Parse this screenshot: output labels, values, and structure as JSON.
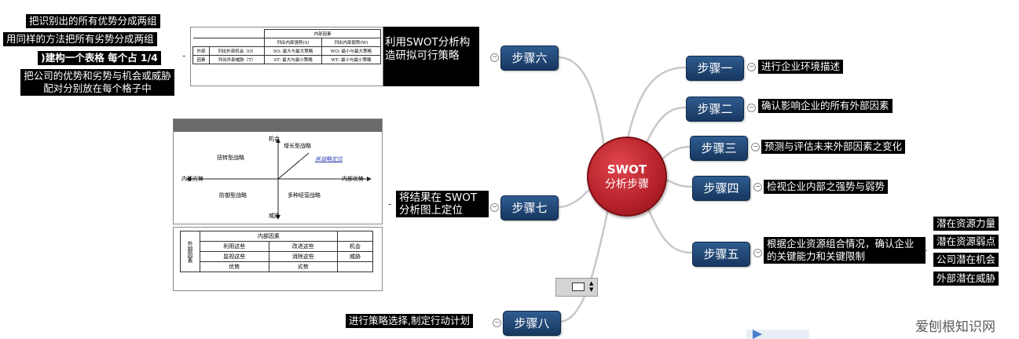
{
  "center": {
    "title": "SWOT",
    "subtitle": "分析步骤"
  },
  "steps": [
    {
      "label": "步骤一",
      "desc": "进行企业环境描述"
    },
    {
      "label": "步骤二",
      "desc": "确认影响企业的所有外部因素"
    },
    {
      "label": "步骤三",
      "desc": "预测与评估未来外部因素之变化"
    },
    {
      "label": "步骤四",
      "desc": "检视企业内部之强势与弱势"
    },
    {
      "label": "步骤五",
      "desc": "根据企业资源组合情况，确认企业的关键能力和关键限制"
    },
    {
      "label": "步骤六",
      "desc": "利用SWOT分析构造研拟可行策略"
    },
    {
      "label": "步骤七",
      "desc": "将结果在 SWOT 分析图上定位"
    },
    {
      "label": "步骤八",
      "desc": "进行策略选择,制定行动计划"
    }
  ],
  "step5_subs": [
    "潜在资源力量",
    "潜在资源弱点",
    "公司潜在机会",
    "外部潜在威胁"
  ],
  "step6_notes": [
    "把识别出的所有优势分成两组",
    "用同样的方法把所有劣势分成两组",
    ")建构一个表格 每个占 1/4",
    "把公司的优势和劣势与机会或威胁配对分别放在每个格子中"
  ],
  "swot_table": {
    "header": "内部因素",
    "col1": "列出内部强势(S)",
    "col2": "列出内部弱势(W)",
    "side1": "外部",
    "side2": "因素",
    "row1_label": "列出外部机会（O）",
    "row2_label": "列出外部威胁（T）",
    "so": "SO: 最大与最大策略",
    "wo": "WO: 最小与最大策略",
    "st": "ST: 最大与最小策略",
    "wt": "WT: 最小与最小策略"
  },
  "quad_chart": {
    "top": "机会",
    "bottom": "威胁",
    "left": "内部劣势",
    "right": "内部优势",
    "q1": "扭转型战略",
    "q2": "增长型战略",
    "q3": "防御型战略",
    "q4": "多种经营战略",
    "pos_label": "其战略定位"
  },
  "matrix_table": {
    "header": "内部因素",
    "side": "外部因素",
    "r1": [
      "利用这些",
      "改进这些",
      "机会"
    ],
    "r2": [
      "监视这些",
      "消除这些",
      "威胁"
    ],
    "r3": [
      "优势",
      "劣势",
      ""
    ]
  },
  "watermark": "爱刨根知识网",
  "colors": {
    "step_bg": "#173760",
    "center": "#b9232b",
    "label_bg": "#000000"
  }
}
